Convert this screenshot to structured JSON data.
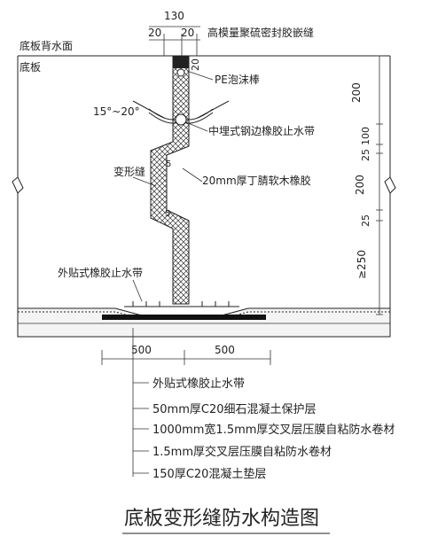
{
  "title": "底板变形缝防水构造图",
  "top_dim": "130",
  "top_sub_left": "20",
  "top_sub_right": "20",
  "sealant_label": "高模量聚硫密封胶嵌缝",
  "top_side_label": "底板背水面",
  "slab_label": "底板",
  "rod_dim": "20",
  "pe_label": "PE泡沫棒",
  "angle_label": "15°~20°",
  "waterstop_label": "中埋式钢边橡胶止水带",
  "joint_label": "变形缝",
  "offset_5": "5",
  "rubber_label": "20mm厚丁腈软木橡胶",
  "ext_label": "外贴式橡胶止水带",
  "right_dims": [
    "200",
    "100",
    "25",
    "200",
    "25",
    "≥250"
  ],
  "bottom_dim_left": "500",
  "bottom_dim_right": "500",
  "layers": [
    "外贴式橡胶止水带",
    "50mm厚C20细石混凝土保护层",
    "1000mm宽1.5mm厚交叉层压膜自粘防水卷材",
    "1.5mm厚交叉层压膜自粘防水卷材",
    "150厚C20混凝土垫层"
  ]
}
